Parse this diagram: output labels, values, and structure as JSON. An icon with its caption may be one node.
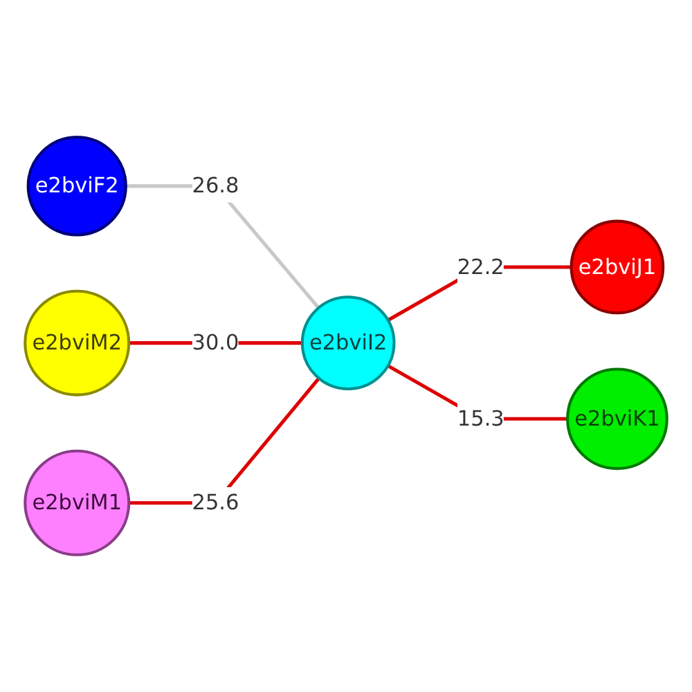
{
  "diagram": {
    "nodes": [
      {
        "text": [
          "e2bviF2"
        ]
      },
      {
        "text": [
          "e2bviI2"
        ]
      },
      {
        "text": [
          "e2bviJ1"
        ]
      },
      {
        "text": [
          "e2bviK1"
        ]
      },
      {
        "text": [
          "e2bviM2"
        ]
      },
      {
        "text": [
          "e2bviM1"
        ]
      }
    ],
    "edges": [
      {
        "from": 0,
        "to": 1,
        "arrow": "none",
        "label": "26.8",
        "color": "#c8c8c8"
      },
      {
        "from": 1,
        "to": 2,
        "arrow": "none",
        "label": "22.2"
      },
      {
        "from": 1,
        "to": 3,
        "arrow": "none",
        "label": "15.3"
      },
      {
        "from": 4,
        "to": 1,
        "arrow": "none",
        "label": "30.0"
      },
      {
        "from": 5,
        "to": 1,
        "arrow": "none",
        "label": "25.6"
      }
    ]
  }
}
